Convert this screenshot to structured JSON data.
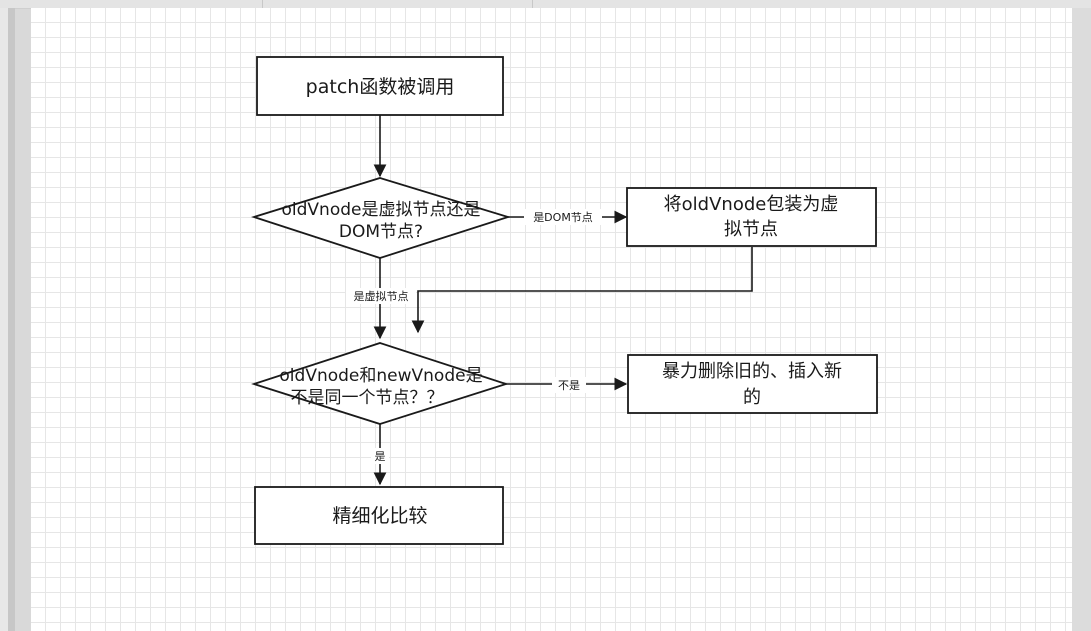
{
  "nodes": {
    "patch_called": "patch函数被调用",
    "is_vnode_line1": "oldVnode是虚拟节点还是",
    "is_vnode_line2": "DOM节点?",
    "wrap_line1": "将oldVnode包装为虚",
    "wrap_line2": "拟节点",
    "same_node_line1": "oldVnode和newVnode是",
    "same_node_line2": "不是同一个节点？？",
    "replace_line1": "暴力删除旧的、插入新",
    "replace_line2": "的",
    "fine_compare": "精细化比较"
  },
  "edges": {
    "is_dom": "是DOM节点",
    "is_vnode": "是虚拟节点",
    "not_same": "不是",
    "same": "是"
  },
  "colors": {
    "stroke": "#1a1a1a",
    "grid": "#e6e6e6",
    "canvas": "#ffffff"
  }
}
